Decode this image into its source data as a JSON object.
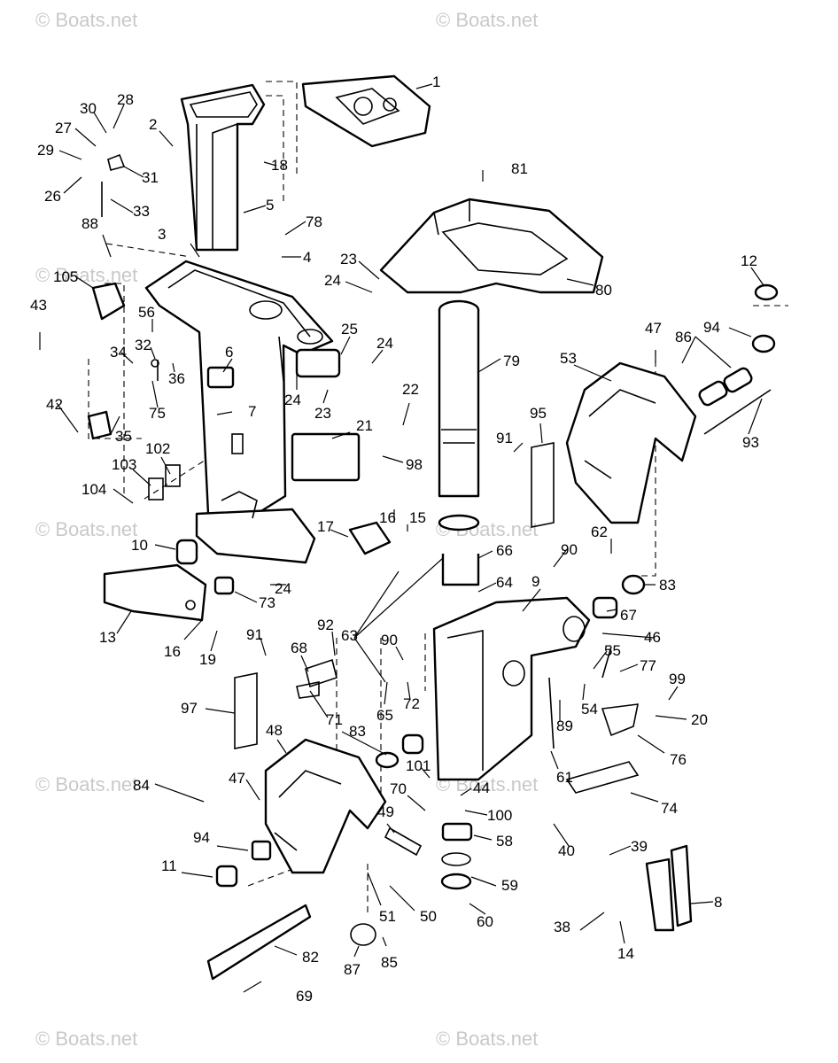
{
  "watermark": {
    "text": "© Boats.net",
    "color": "#c9c9c9"
  },
  "labels": [
    "1",
    "2",
    "3",
    "4",
    "5",
    "6",
    "7",
    "8",
    "9",
    "10",
    "11",
    "12",
    "13",
    "14",
    "15",
    "16",
    "16",
    "17",
    "18",
    "19",
    "20",
    "21",
    "22",
    "23",
    "23",
    "24",
    "24",
    "24",
    "24",
    "25",
    "26",
    "27",
    "28",
    "29",
    "30",
    "31",
    "32",
    "33",
    "34",
    "35",
    "36",
    "38",
    "39",
    "40",
    "42",
    "43",
    "44",
    "46",
    "47",
    "47",
    "48",
    "49",
    "50",
    "51",
    "53",
    "54",
    "55",
    "56",
    "58",
    "59",
    "60",
    "61",
    "62",
    "63",
    "63",
    "64",
    "65",
    "66",
    "67",
    "68",
    "69",
    "70",
    "71",
    "72",
    "73",
    "74",
    "75",
    "76",
    "77",
    "78",
    "79",
    "80",
    "81",
    "82",
    "83",
    "83",
    "84",
    "85",
    "86",
    "87",
    "88",
    "89",
    "90",
    "90",
    "91",
    "91",
    "92",
    "93",
    "94",
    "94",
    "95",
    "97",
    "98",
    "99",
    "100",
    "101",
    "102",
    "103",
    "104",
    "105"
  ]
}
